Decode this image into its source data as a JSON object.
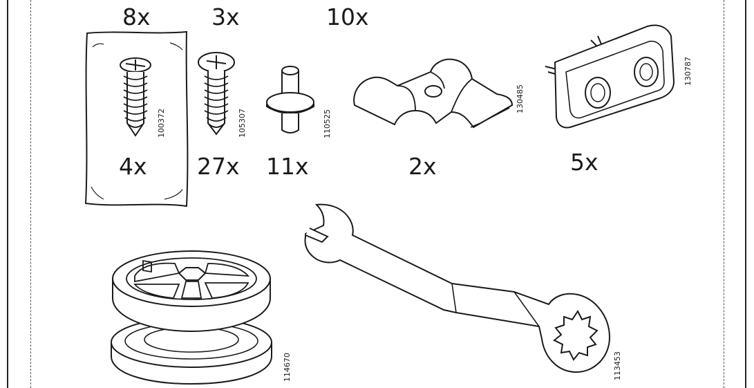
{
  "quantities": {
    "screw_long_bagged": "8x",
    "screw_short": "3x",
    "dowel_pin": "10x",
    "bag_long": "4x",
    "short_screw_bottom": "27x",
    "pin_bottom": "11x",
    "bracket_clip": "2x",
    "connector_plate": "5x"
  },
  "part_codes": {
    "long_screw": "100372",
    "short_screw": "105307",
    "dowel_pin": "110525",
    "bracket_clip": "130485",
    "connector_plate": "130787",
    "cam_lock": "114670",
    "wrench": "113453"
  }
}
